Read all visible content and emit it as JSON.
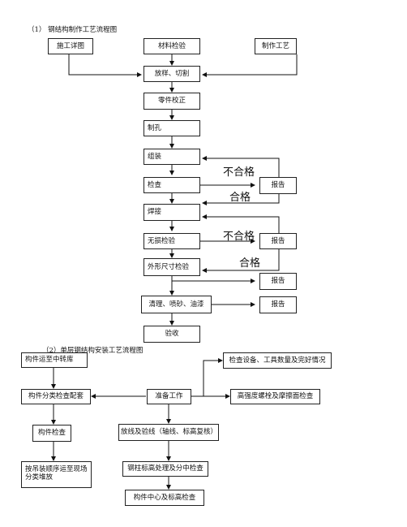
{
  "section1": {
    "title": "（1） 钢结构制作工艺流程图",
    "top_boxes": [
      "施工详图",
      "材料检验",
      "制作工艺"
    ],
    "steps": [
      "放样、切割",
      "零件校正",
      "制孔",
      "组装",
      "检查",
      "焊接",
      "无损检验",
      "外形尺寸检验",
      "清理、喷砂、油漆",
      "验收"
    ],
    "reports": [
      "报告",
      "报告",
      "报告",
      "报告"
    ],
    "labels": {
      "fail1": "不合格",
      "pass1": "合格",
      "fail2": "不合格",
      "pass2": "合格"
    }
  },
  "section2": {
    "title": "（2）单层钢结构安装工艺流程图",
    "boxes": {
      "transfer": "构件运至中转库",
      "classify": "构件分类检查配套",
      "component_check": "构件检查",
      "stacking": "按吊装顺序运至现场分类堆放",
      "prepare": "准备工作",
      "tools_check": "检查设备、工具数量及完好情况",
      "bolt_check": "高强度螺栓及摩擦面检查",
      "axis_check": "放线及验线（轴线、标高复核）",
      "column_check": "钢柱标高处理及分中检查",
      "center_check": "构件中心及标高检查"
    }
  }
}
